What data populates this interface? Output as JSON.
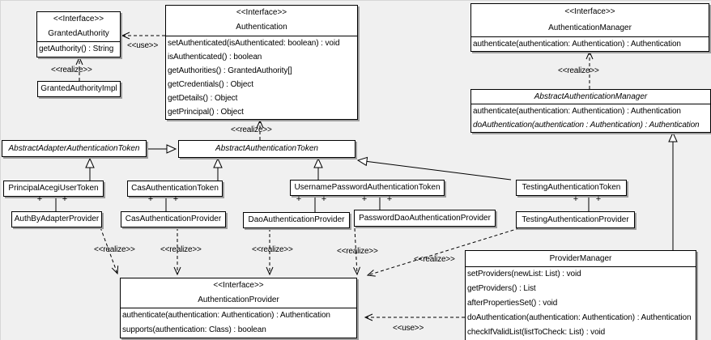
{
  "labels": {
    "use": "<<use>>",
    "realize": "<<realize>>",
    "plus": "+"
  },
  "colors": {
    "background": "#f0f0f0",
    "box_fill": "#ffffff",
    "line": "#000000",
    "shadow": "#9e9e9e"
  },
  "classes": {
    "granted_authority": {
      "stereotype": "<<Interface>>",
      "name": "GrantedAuthority",
      "methods": [
        "getAuthority() : String"
      ]
    },
    "granted_authority_impl": {
      "name": "GrantedAuthorityImpl"
    },
    "authentication": {
      "stereotype": "<<Interface>>",
      "name": "Authentication",
      "methods": [
        "setAuthenticated(isAuthenticated: boolean) : void",
        "isAuthenticated() : boolean",
        "getAuthorities() : GrantedAuthority[]",
        "getCredentials() : Object",
        "getDetails() : Object",
        "getPrincipal() : Object"
      ]
    },
    "authentication_manager": {
      "stereotype": "<<Interface>>",
      "name": "AuthenticationManager",
      "methods": [
        "authenticate(authentication: Authentication) : Authentication"
      ]
    },
    "abstract_authentication_manager": {
      "name": "AbstractAuthenticationManager",
      "methods": [
        "authenticate(authentication: Authentication) : Authentication",
        "doAuthentication(authentication : Authentication) : Authentication"
      ]
    },
    "abstract_adapter_authentication_token": {
      "name": "AbstractAdapterAuthenticationToken"
    },
    "abstract_authentication_token": {
      "name": "AbstractAuthenticationToken"
    },
    "principal_acegi_user_token": {
      "name": "PrincipalAcegiUserToken"
    },
    "cas_authentication_token": {
      "name": "CasAuthenticationToken"
    },
    "username_password_authentication_token": {
      "name": "UsernamePasswordAuthenticationToken"
    },
    "testing_authentication_token": {
      "name": "TestingAuthenticationToken"
    },
    "auth_by_adapter_provider": {
      "name": "AuthByAdapterProvider"
    },
    "cas_authentication_provider": {
      "name": "CasAuthenticationProvider"
    },
    "dao_authentication_provider": {
      "name": "DaoAuthenticationProvider"
    },
    "password_dao_authentication_provider": {
      "name": "PasswordDaoAuthenticationProvider"
    },
    "testing_authentication_provider": {
      "name": "TestingAuthenticationProvider"
    },
    "authentication_provider": {
      "stereotype": "<<Interface>>",
      "name": "AuthenticationProvider",
      "methods": [
        "authenticate(authentication: Authentication) : Authentication",
        "supports(authentication: Class) : boolean"
      ]
    },
    "provider_manager": {
      "name": "ProviderManager",
      "methods": [
        "setProviders(newList: List) : void",
        "getProviders() : List",
        "afterPropertiesSet() : void",
        "doAuthentication(authentication: Authentication) : Authentication",
        "checkIfValidList(listToCheck: List) : void"
      ]
    }
  }
}
